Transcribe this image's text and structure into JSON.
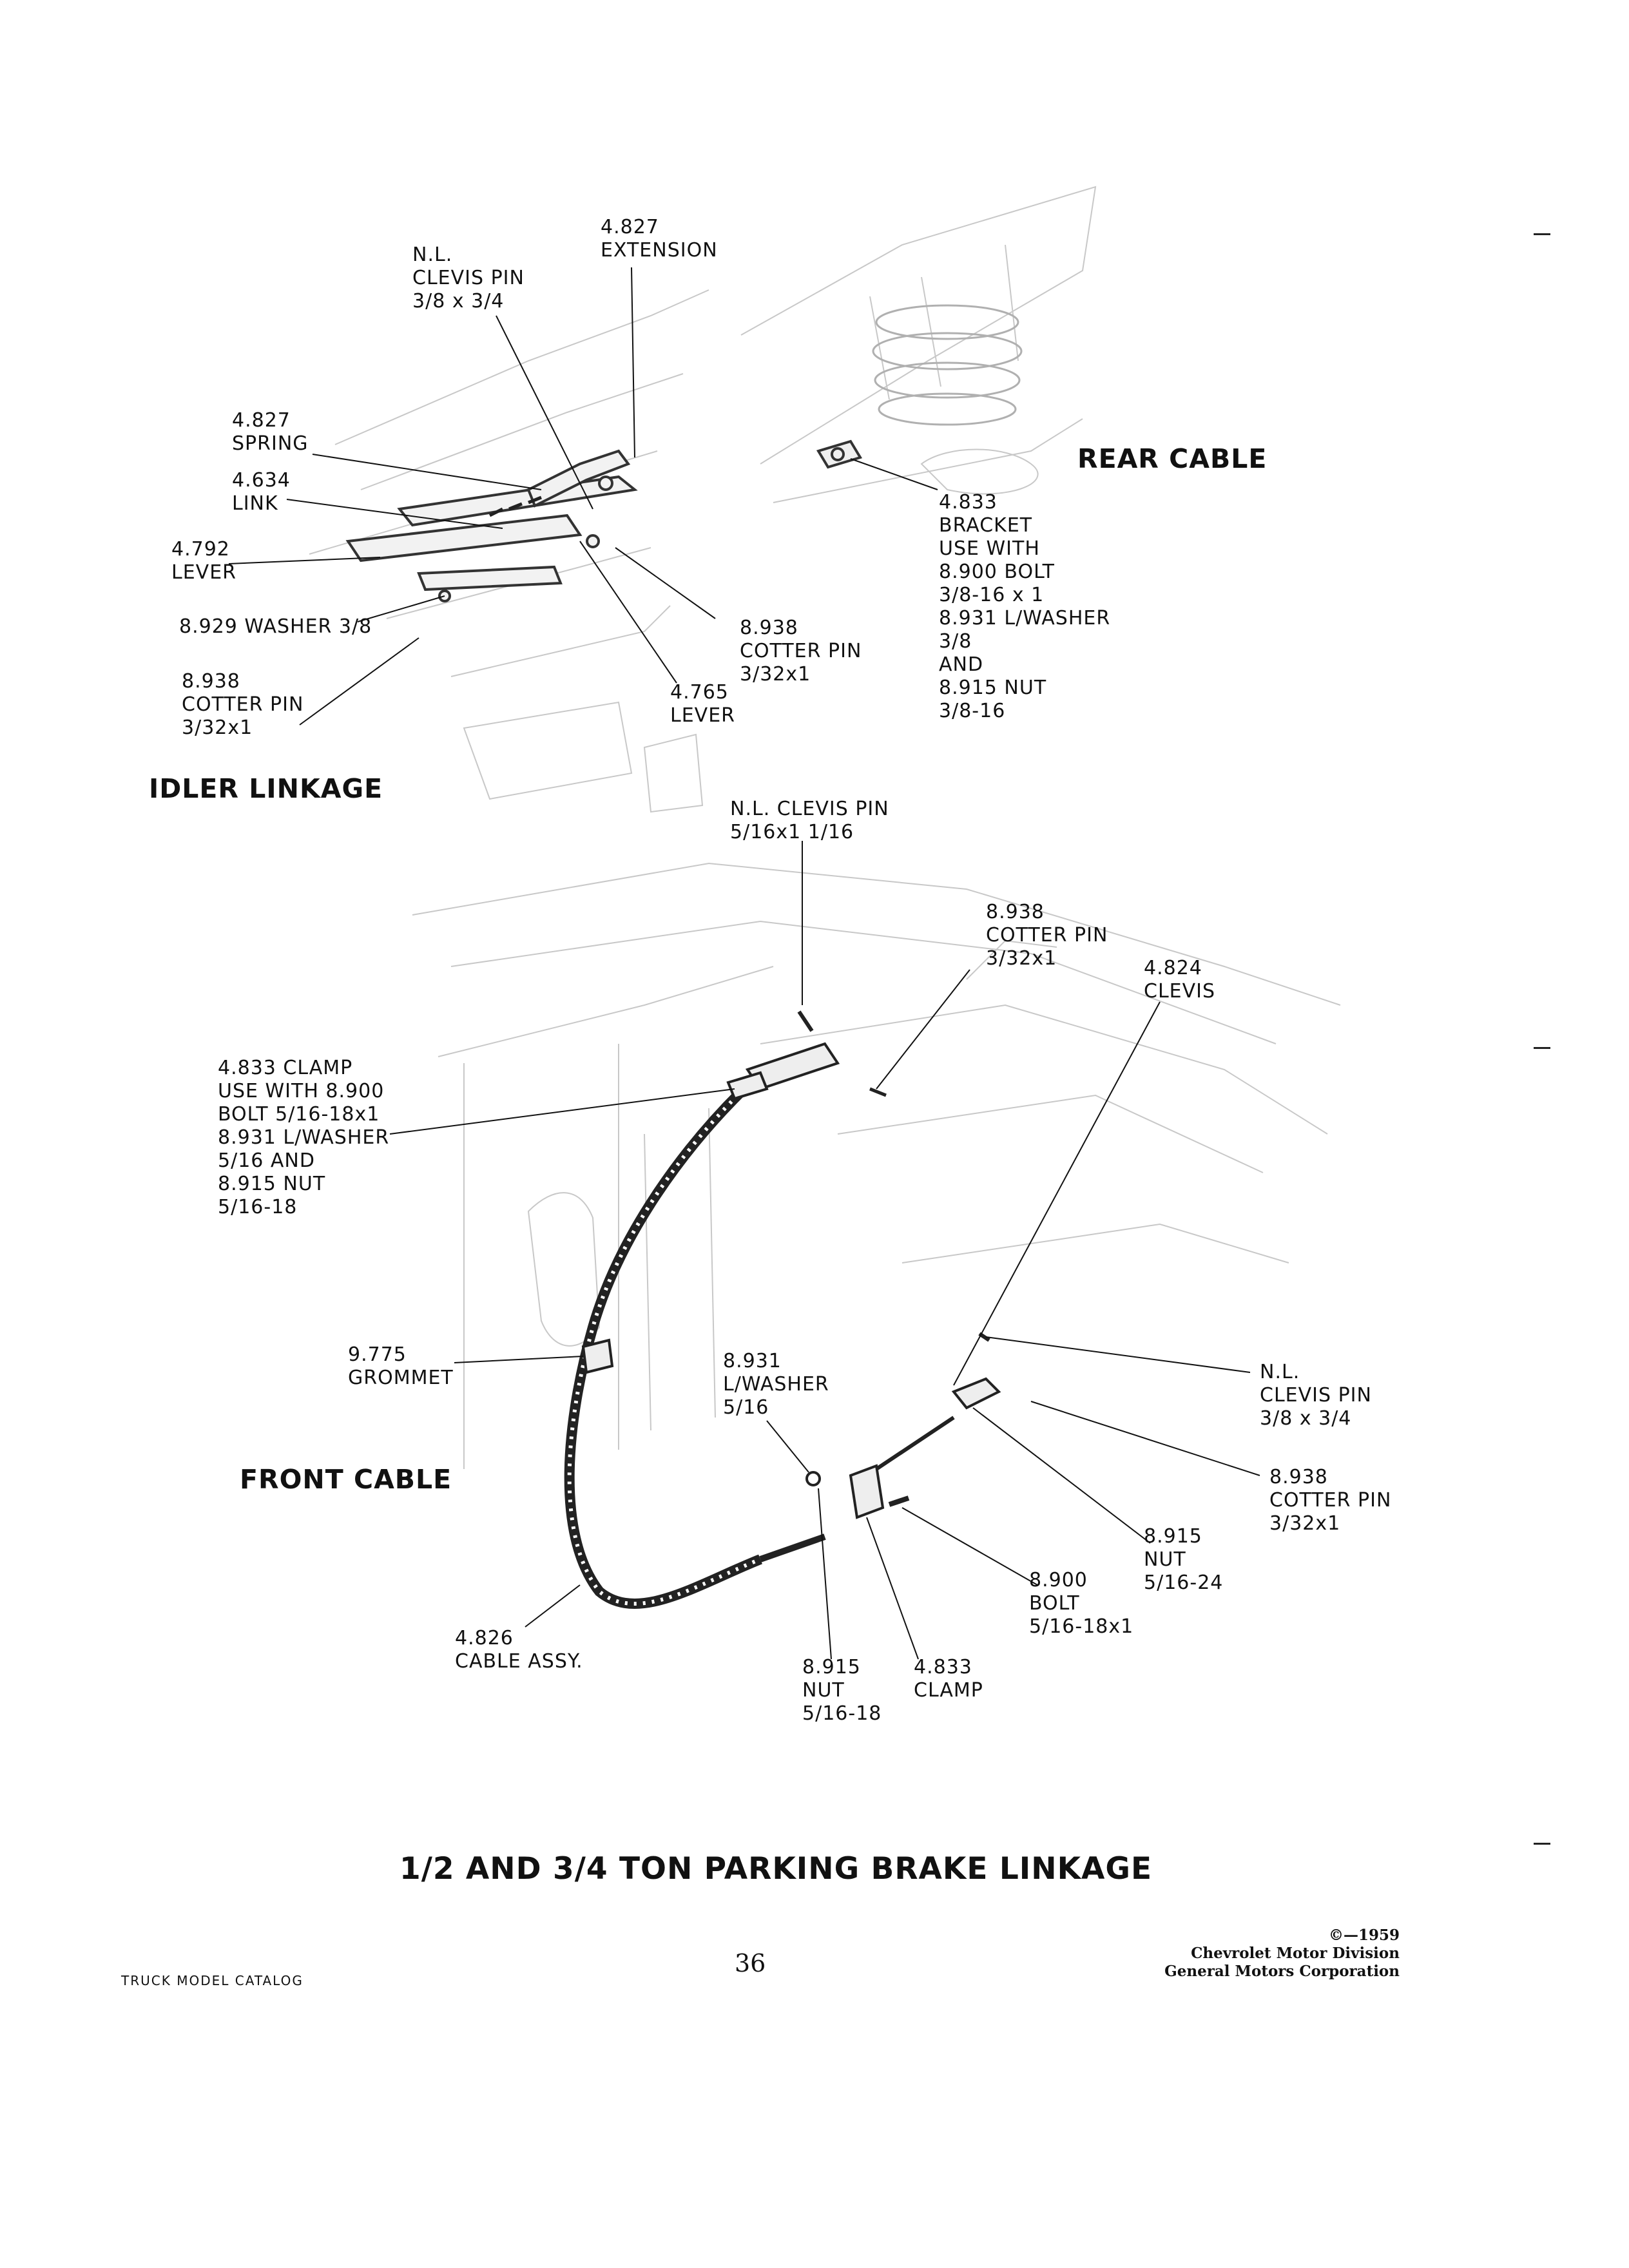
{
  "sections": {
    "idler": "IDLER LINKAGE",
    "rear": "REAR CABLE",
    "front": "FRONT CABLE"
  },
  "labels": {
    "extension": [
      "4.827",
      "EXTENSION"
    ],
    "clevis_pin_top": [
      "N.L.",
      "CLEVIS PIN",
      "3/8 x 3/4"
    ],
    "spring": [
      "4.827",
      "SPRING"
    ],
    "link": [
      "4.634",
      "LINK"
    ],
    "lever_4792": [
      "4.792",
      "LEVER"
    ],
    "washer": [
      "8.929 WASHER 3/8"
    ],
    "cotter_pin_left": [
      "8.938",
      "COTTER PIN",
      "3/32x1"
    ],
    "lever_4765": [
      "4.765",
      "LEVER"
    ],
    "cotter_pin_mid": [
      "8.938",
      "COTTER PIN",
      "3/32x1"
    ],
    "rear_bracket": [
      "4.833",
      "BRACKET",
      "USE WITH",
      "8.900 BOLT",
      "3/8-16 x 1",
      "8.931 L/WASHER",
      "3/8",
      "AND",
      "8.915 NUT",
      "3/8-16"
    ],
    "front_clevis_pin_top": [
      "N.L. CLEVIS PIN",
      "5/16x1 1/16"
    ],
    "front_cotter_pin_top": [
      "8.938",
      "COTTER PIN",
      "3/32x1"
    ],
    "clevis_4824": [
      "4.824",
      "CLEVIS"
    ],
    "clamp_left": [
      "4.833 CLAMP",
      "USE WITH 8.900",
      "BOLT 5/16-18x1",
      "8.931 L/WASHER",
      "5/16 AND",
      "8.915 NUT",
      "5/16-18"
    ],
    "grommet": [
      "9.775",
      "GROMMET"
    ],
    "lwasher_front": [
      "8.931",
      "L/WASHER",
      "5/16"
    ],
    "clevis_pin_right": [
      "N.L.",
      "CLEVIS PIN",
      "3/8 x 3/4"
    ],
    "cotter_pin_right": [
      "8.938",
      "COTTER PIN",
      "3/32x1"
    ],
    "nut_24": [
      "8.915",
      "NUT",
      "5/16-24"
    ],
    "bolt": [
      "8.900",
      "BOLT",
      "5/16-18x1"
    ],
    "cable_assy": [
      "4.826",
      "CABLE ASSY."
    ],
    "nut_18": [
      "8.915",
      "NUT",
      "5/16-18"
    ],
    "clamp_bottom": [
      "4.833",
      "CLAMP"
    ]
  },
  "page_title": "1/2 AND 3/4 TON PARKING BRAKE LINKAGE",
  "page_number": "36",
  "catalog_name": "TRUCK MODEL CATALOG",
  "copyright": [
    "©—1959",
    "Chevrolet Motor Division",
    "General Motors Corporation"
  ]
}
